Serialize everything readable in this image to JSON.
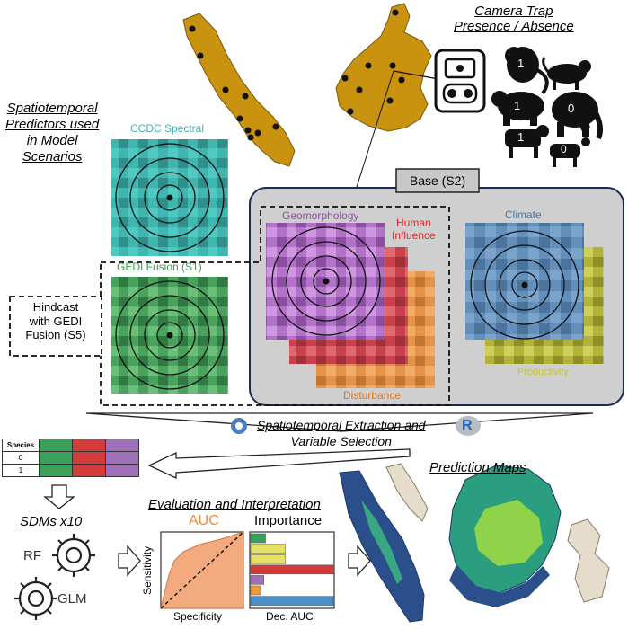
{
  "labels": {
    "camera_trap_title": "Camera Trap\nPresence / Absence",
    "predictors_title": "Spatiotemporal\nPredictors used\nin Model\nScenarios",
    "ccdc": "CCDC Spectral",
    "gedi_fusion": "GEDI Fusion (S1)",
    "hindcast": "Hindcast\nwith GEDI\nFusion (S5)",
    "base": "Base (S2)",
    "geomorphology": "Geomorphology",
    "human_influence": "Human\nInfluence",
    "disturbance": "Disturbance",
    "climate": "Climate",
    "productivity": "Productivity",
    "extraction": "Spatiotemporal Extraction and\nVariable Selection",
    "r_logo": "R",
    "prediction_maps": "Prediction Maps",
    "sdms": "SDMs x10",
    "rf": "RF",
    "glm": "GLM",
    "evaluation": "Evaluation and Interpretation",
    "auc": "AUC",
    "importance": "Importance",
    "sensitivity": "Sensitivity",
    "specificity": "Specificity",
    "dec_auc": "Dec. AUC"
  },
  "species_table": {
    "header": "Species",
    "rows": [
      "0",
      "1"
    ]
  },
  "animal_counts": [
    "1",
    "1",
    "0",
    "1",
    "0"
  ],
  "colors": {
    "island": "#c9920f",
    "ccdc": "#3fb6b0",
    "gedi": "#3f9a52",
    "geomorphology": "#b373c9",
    "human": "#c8414b",
    "disturbance": "#e39448",
    "climate": "#5e87b3",
    "productivity": "#b3b33a",
    "auc_fill": "#f2aa7e",
    "base_panel": "#cfcfcf"
  },
  "importance_bars": [
    {
      "color": "#3aa05a",
      "value": 0.18
    },
    {
      "color": "#e5e066",
      "value": 0.42
    },
    {
      "color": "#e5e066",
      "value": 0.42
    },
    {
      "color": "#d43c3c",
      "value": 1.0
    },
    {
      "color": "#a070b8",
      "value": 0.16
    },
    {
      "color": "#ef9a38",
      "value": 0.12
    },
    {
      "color": "#4a8fc6",
      "value": 1.0
    }
  ]
}
